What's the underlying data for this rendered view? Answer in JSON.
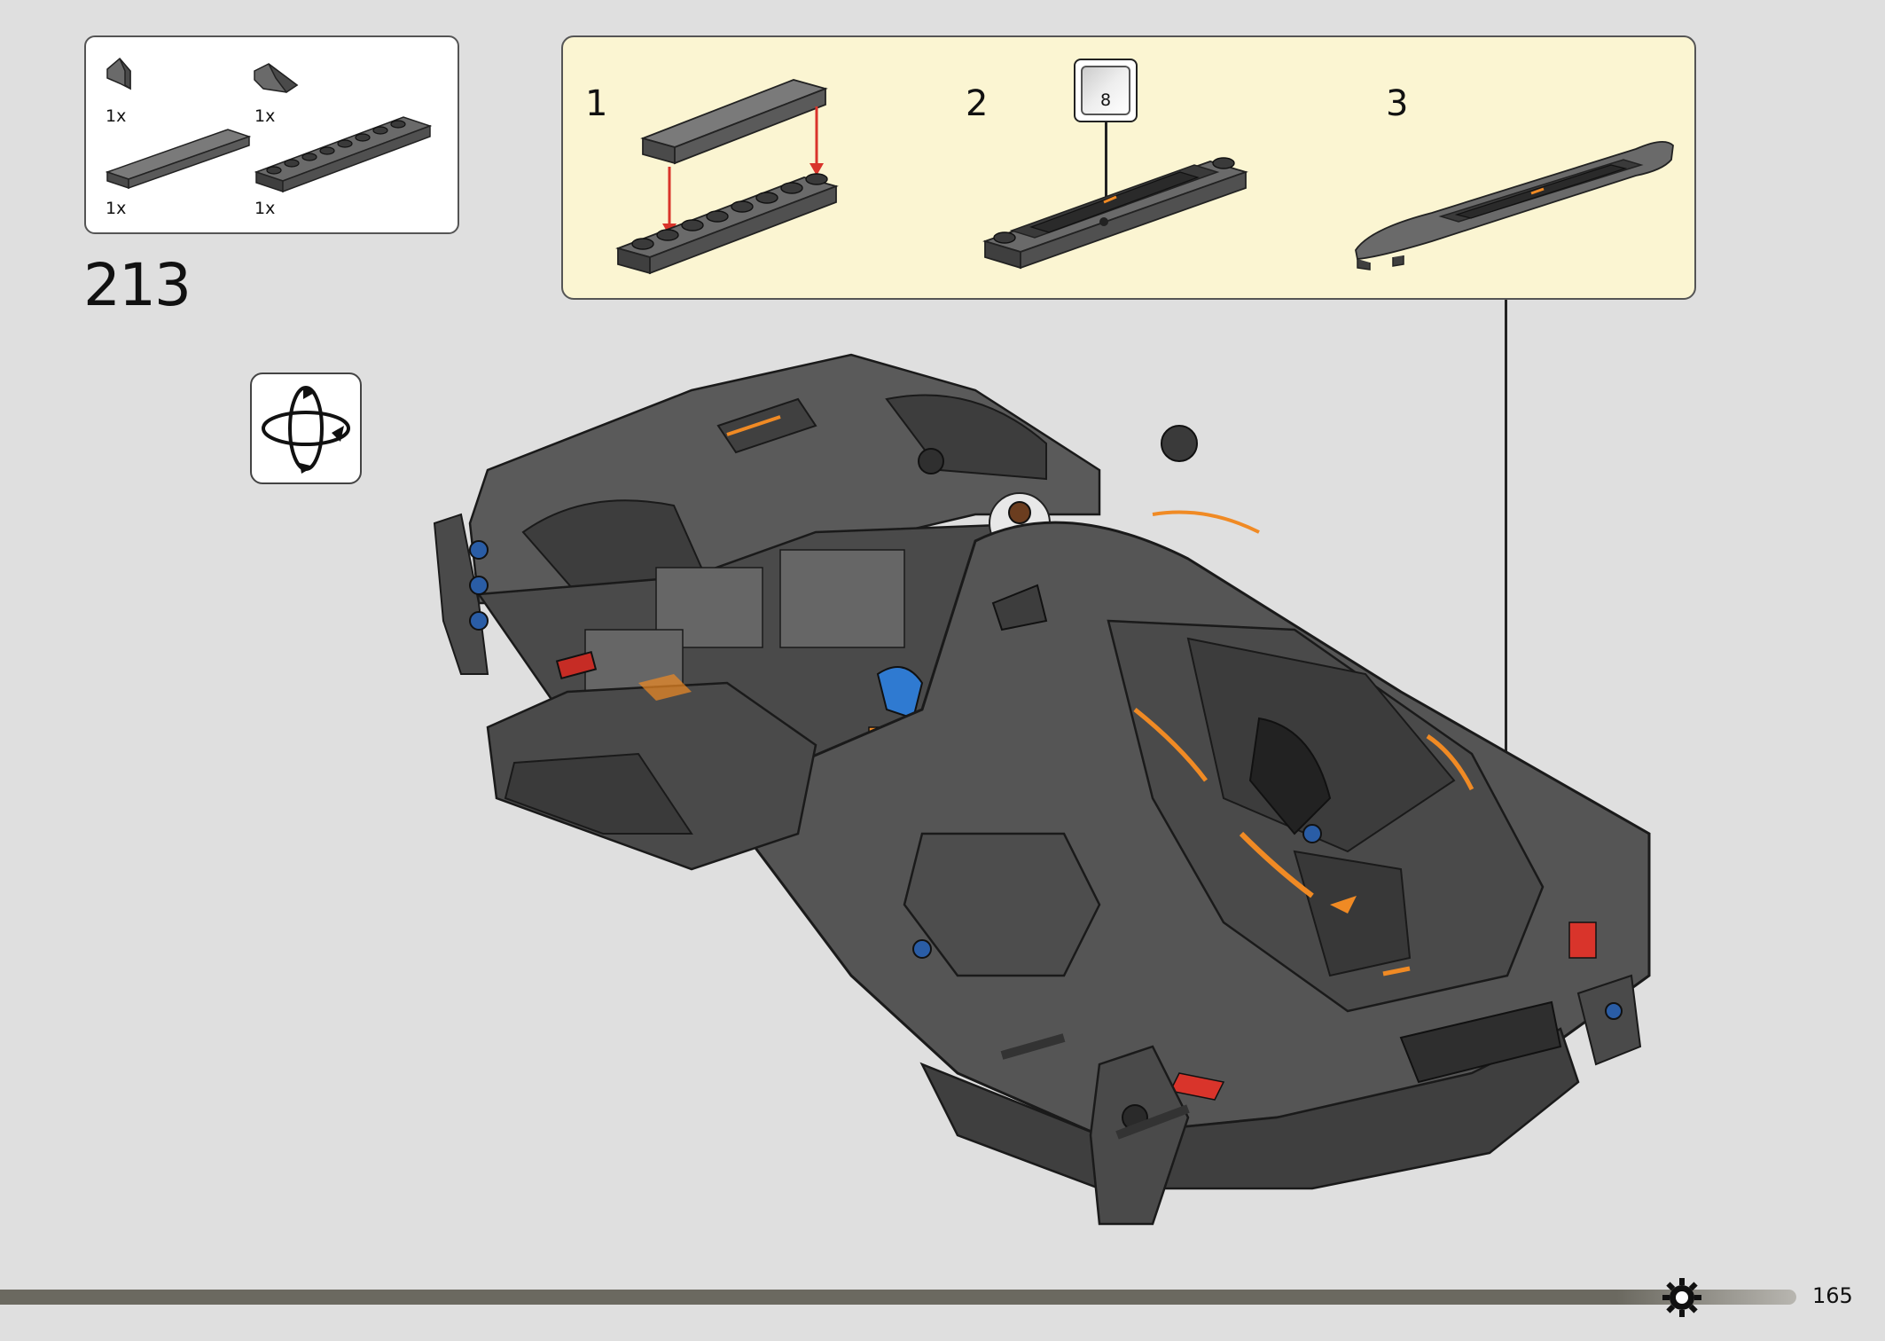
{
  "parts_list": {
    "items": [
      {
        "name": "dark gray slope piece",
        "qty": "1x"
      },
      {
        "name": "dark gray wedge piece",
        "qty": "1x"
      },
      {
        "name": "dark gray tile 1x8",
        "qty": "1x"
      },
      {
        "name": "dark gray plate 1x8",
        "qty": "1x"
      }
    ]
  },
  "step": {
    "number": "213"
  },
  "rotate_icon": "rotate-model-icon",
  "submodel": {
    "steps": [
      {
        "number": "1"
      },
      {
        "number": "2",
        "sticker": "8"
      },
      {
        "number": "3"
      }
    ]
  },
  "colors": {
    "body": "#5a5a5a",
    "accent_orange": "#f08a24",
    "arrow_red": "#d9342b",
    "submodel_bg": "#fbf5d2",
    "page_bg": "#dfdfdf"
  },
  "footer": {
    "page_number": "165"
  }
}
